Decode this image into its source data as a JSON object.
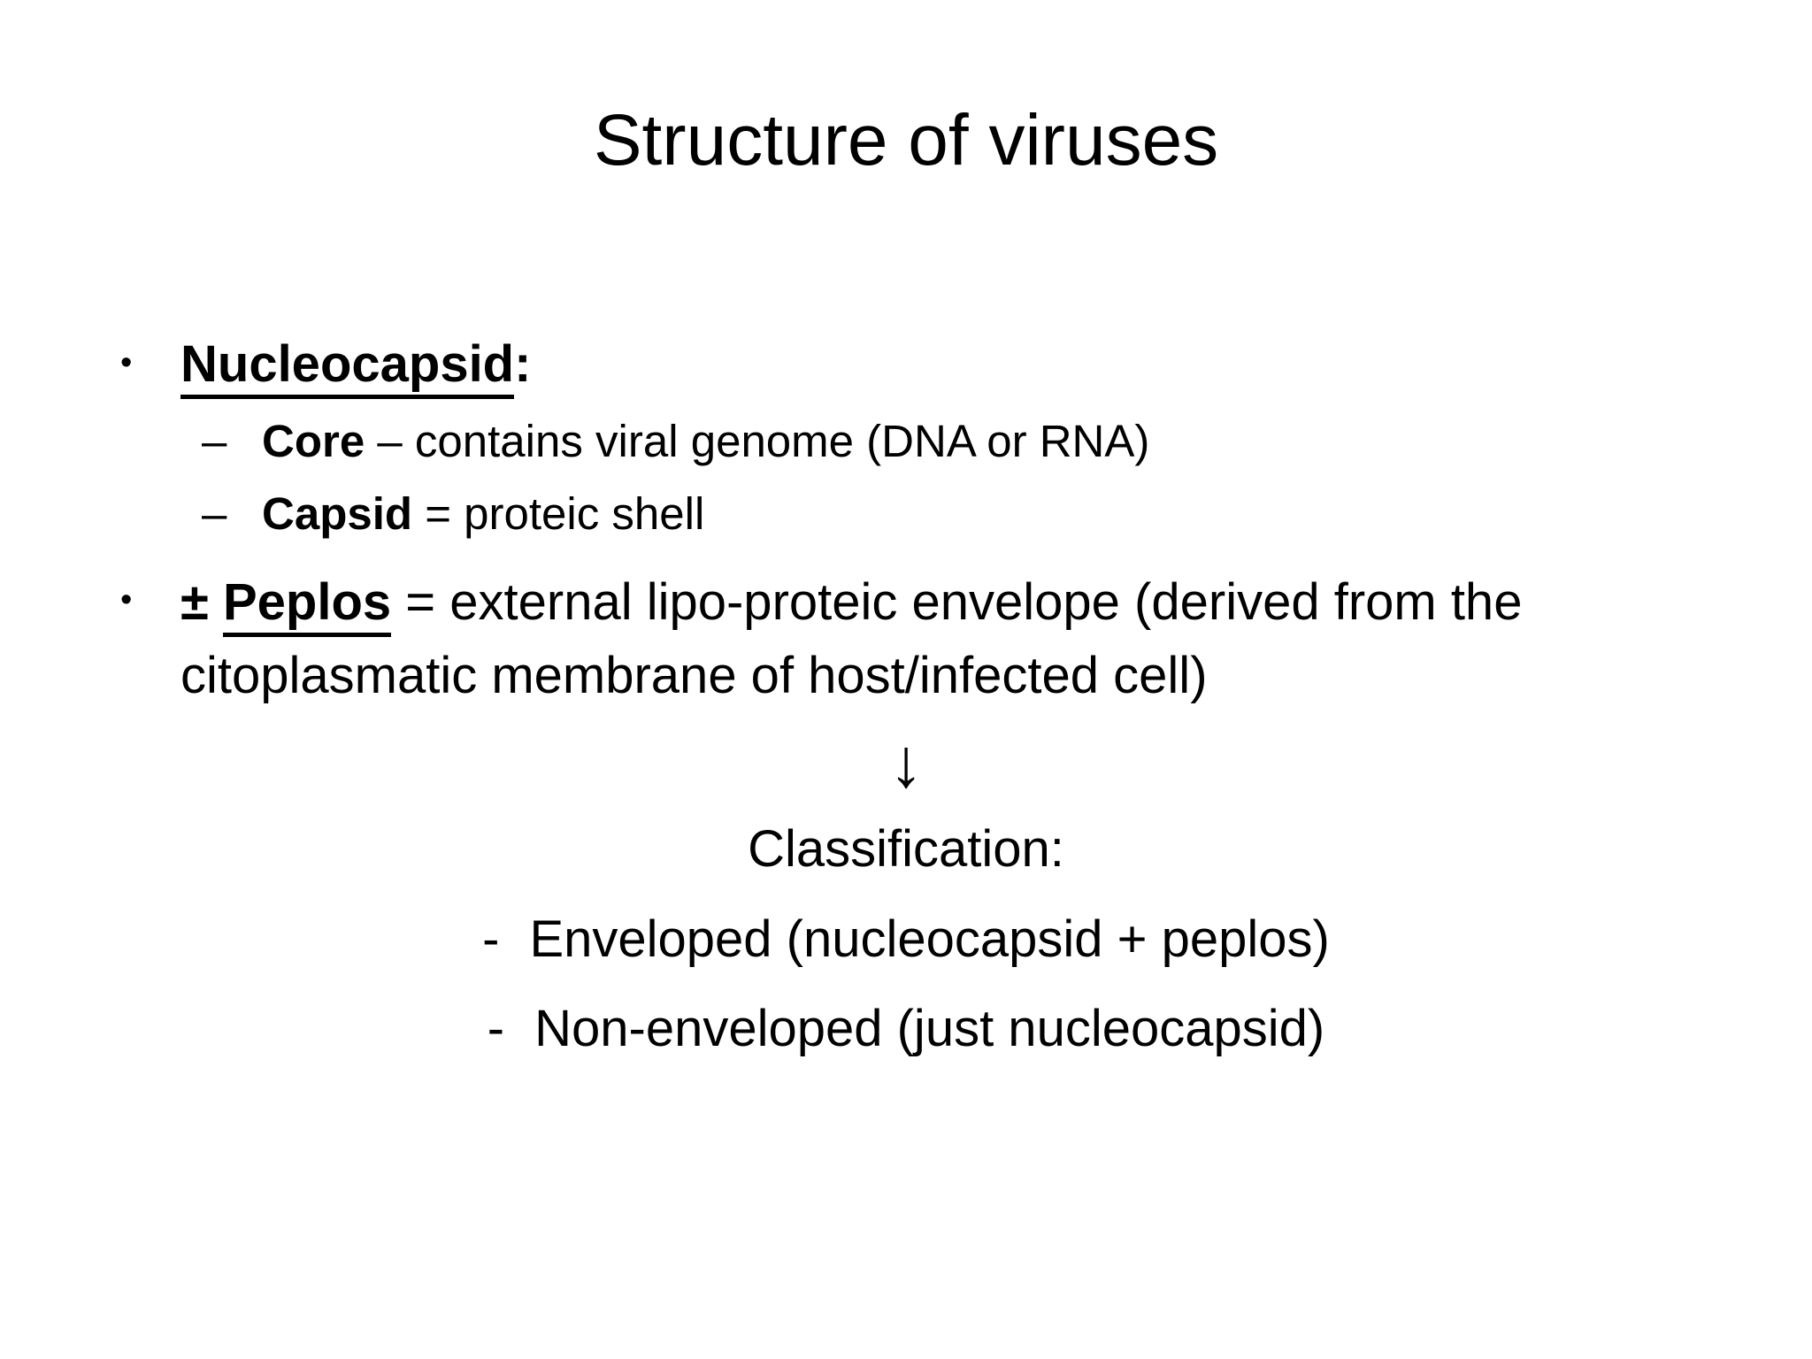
{
  "slide": {
    "title": "Structure of viruses",
    "bullet_marker": "•",
    "sub_marker": "–",
    "nucleocapsid": {
      "term": "Nucleocapsid",
      "suffix": ":",
      "sub_items": [
        {
          "term": "Core",
          "rest": "– contains viral genome (DNA or RNA)"
        },
        {
          "term": "Capsid",
          "rest": "= proteic shell"
        }
      ]
    },
    "peplos": {
      "prefix": "±",
      "term": "Peplos",
      "rest": "= external lipo-proteic envelope (derived from the citoplasmatic membrane of host/infected cell)"
    },
    "arrow": "↓",
    "classification": {
      "heading": "Classification:",
      "items": [
        {
          "dash": "-",
          "label": "Enveloped (nucleocapsid + peplos)"
        },
        {
          "dash": "-",
          "label": "Non-enveloped (just nucleocapsid)"
        }
      ]
    }
  },
  "colors": {
    "background": "#ffffff",
    "text": "#000000"
  }
}
